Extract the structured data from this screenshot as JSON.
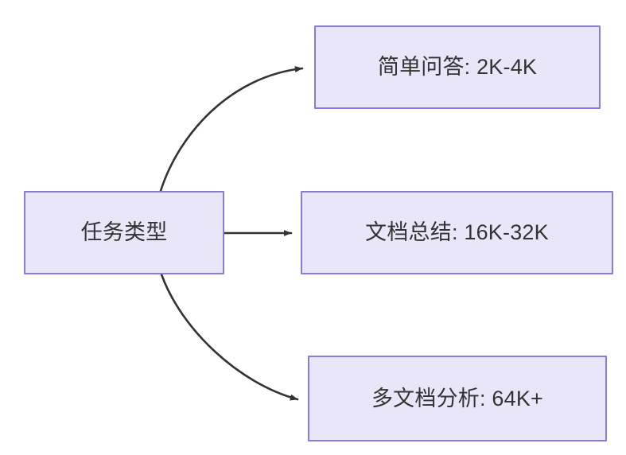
{
  "diagram": {
    "type": "flowchart",
    "direction": "left-to-right",
    "background_color": "#ffffff",
    "node_fill_color": "#e9e6f9",
    "node_border_color": "#8b7ad9",
    "node_text_color": "#333333",
    "edge_color": "#333333",
    "nodes": [
      {
        "id": "source",
        "label": "任务类型"
      },
      {
        "id": "simple_qa",
        "label": "简单问答: 2K-4K"
      },
      {
        "id": "doc_summary",
        "label": "文档总结: 16K-32K"
      },
      {
        "id": "multi_doc",
        "label": "多文档分析: 64K+"
      }
    ],
    "edges": [
      {
        "from": "source",
        "to": "simple_qa",
        "style": "curved",
        "label": ""
      },
      {
        "from": "source",
        "to": "doc_summary",
        "style": "straight",
        "label": ""
      },
      {
        "from": "source",
        "to": "multi_doc",
        "style": "curved",
        "label": ""
      }
    ]
  }
}
